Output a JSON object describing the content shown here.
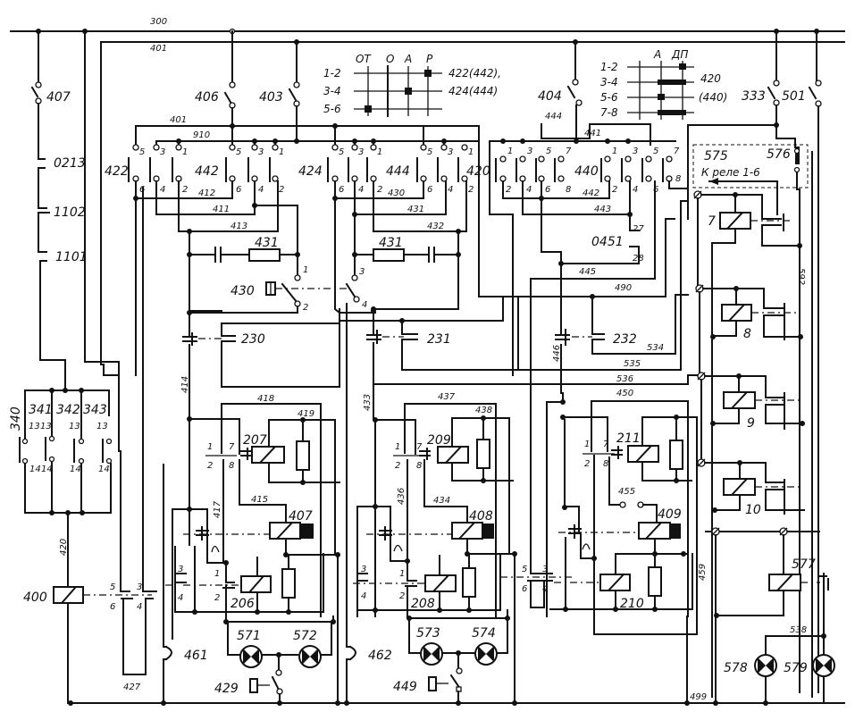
{
  "diagram": {
    "bus_labels": {
      "top_bus": "300",
      "second_bus": "401"
    },
    "switches": {
      "s407": "407",
      "s406": "406",
      "s403": "403",
      "s404": "404",
      "s333": "333",
      "s501": "501"
    },
    "left_column": {
      "c0213": "0213",
      "c1102": "1102",
      "c1101": "1101"
    },
    "switch_table_1": {
      "columns": [
        "ОТ",
        "О",
        "А",
        "Р"
      ],
      "rows": [
        "1-2",
        "3-4",
        "5-6"
      ],
      "legend_1": "422(442),",
      "legend_2": "424(444)"
    },
    "switch_table_2": {
      "columns": [
        "А",
        "ДП"
      ],
      "rows": [
        "1-2",
        "3-4",
        "5-6",
        "7-8"
      ],
      "legend_1": "420",
      "legend_2": "(440)"
    },
    "relay_groups": {
      "g422": "422",
      "g442": "442",
      "g424": "424",
      "g444": "444",
      "g420": "420",
      "g440": "440"
    },
    "contact_numbers": {
      "c1": "1",
      "c2": "2",
      "c3": "3",
      "c4": "4",
      "c5": "5",
      "c6": "6",
      "c7": "7",
      "c8": "8"
    },
    "wires": {
      "w401b": "401",
      "w910": "910",
      "w412": "412",
      "w411": "411",
      "w413": "413",
      "w430b": "430",
      "w431w": "431",
      "w432": "432",
      "w444": "444",
      "w441": "441",
      "w442b": "442",
      "w443": "443",
      "w445": "445",
      "w490": "490",
      "w446": "446",
      "w534": "534",
      "w535": "535",
      "w536": "536",
      "w450": "450",
      "w414": "414",
      "w418": "418",
      "w419": "419",
      "w415": "415",
      "w417": "417",
      "w433": "433",
      "w437": "437",
      "w438": "438",
      "w434": "434",
      "w436": "436",
      "w455": "455",
      "w420": "420",
      "w427": "427",
      "w459": "459",
      "w499": "499",
      "w538": "538",
      "w592": "592"
    },
    "components": {
      "r431a": "431",
      "r431b": "431",
      "sw430": "430",
      "x0451": "0451",
      "x27": "27",
      "x28": "28",
      "cap230": "230",
      "cap231": "231",
      "cap232": "232",
      "k207": "207",
      "k206": "206",
      "k407": "407",
      "k209": "209",
      "k208": "208",
      "k408": "408",
      "k211": "211",
      "k210": "210",
      "k409": "409",
      "k400": "400",
      "k577": "577",
      "k7": "7",
      "k8": "8",
      "k9": "9",
      "k10": "10",
      "b340": "340",
      "b341": "341",
      "b342": "342",
      "b343": "343",
      "t13": "13",
      "t14": "14",
      "p461": "461",
      "p462": "462",
      "lamp571": "571",
      "lamp572": "572",
      "lamp573": "573",
      "lamp574": "574",
      "lamp578": "578",
      "lamp579": "579",
      "btn429": "429",
      "btn449": "449",
      "f575": "575",
      "f576": "576",
      "note": "К реле 1-6"
    }
  }
}
